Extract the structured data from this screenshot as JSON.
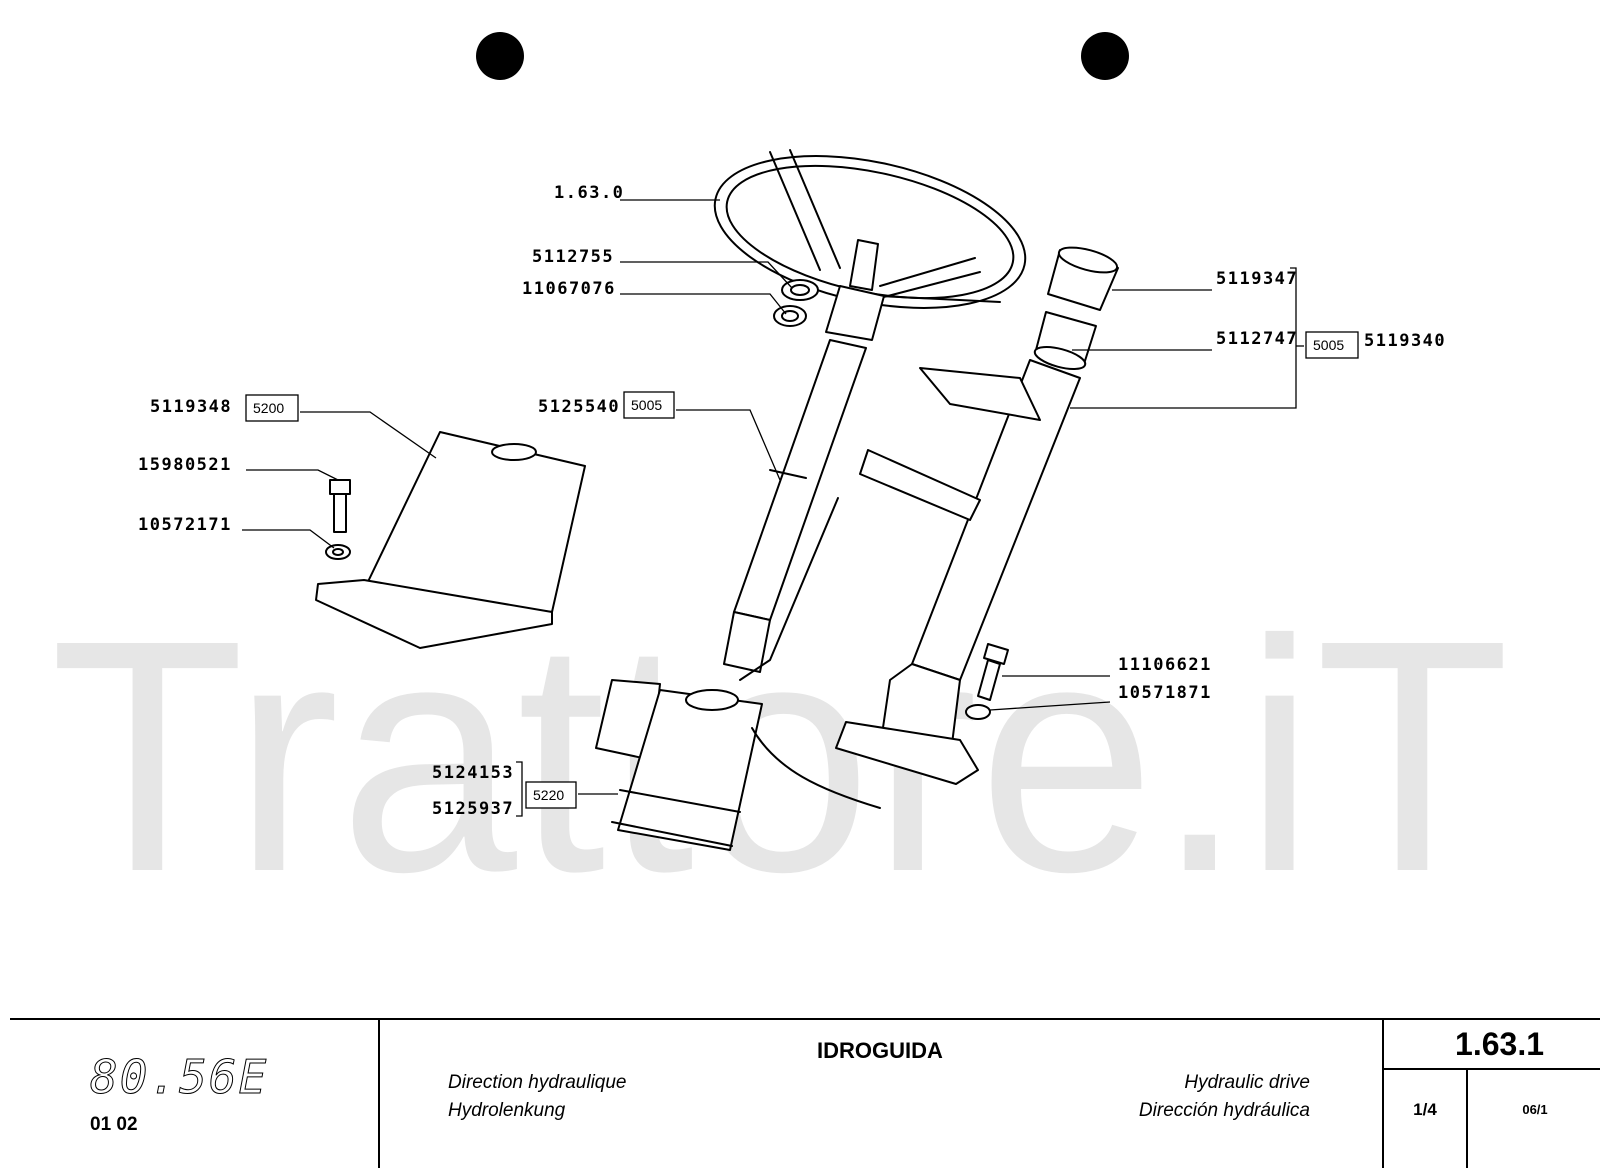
{
  "watermark": "Trattore.iT",
  "parts": {
    "steering_wheel": "1.63.0",
    "nut": "5112755",
    "washer_a": "11067076",
    "column_shaft": "5125540",
    "column_shaft_group": "5005",
    "support_bracket": "5119348",
    "support_bracket_group": "5200",
    "bolt_a": "15980521",
    "washer_b": "10572171",
    "cap": "5119347",
    "bearing": "5112747",
    "assembly_group": "5005",
    "assembly": "5119340",
    "bolt_b": "11106621",
    "washer_c": "10571871",
    "steering_unit_a": "5124153",
    "steering_unit_b": "5125937",
    "steering_unit_group": "5220"
  },
  "footer": {
    "model_code": "80.56E",
    "model_variants": "01   02",
    "title": "IDROGUIDA",
    "title_fr": "Direction hydraulique",
    "title_de": "Hydrolenkung",
    "title_en": "Hydraulic drive",
    "title_es": "Dirección hydráulica",
    "page_ref": "1.63.1",
    "sheet": "1/4",
    "date_code": "06/1"
  }
}
